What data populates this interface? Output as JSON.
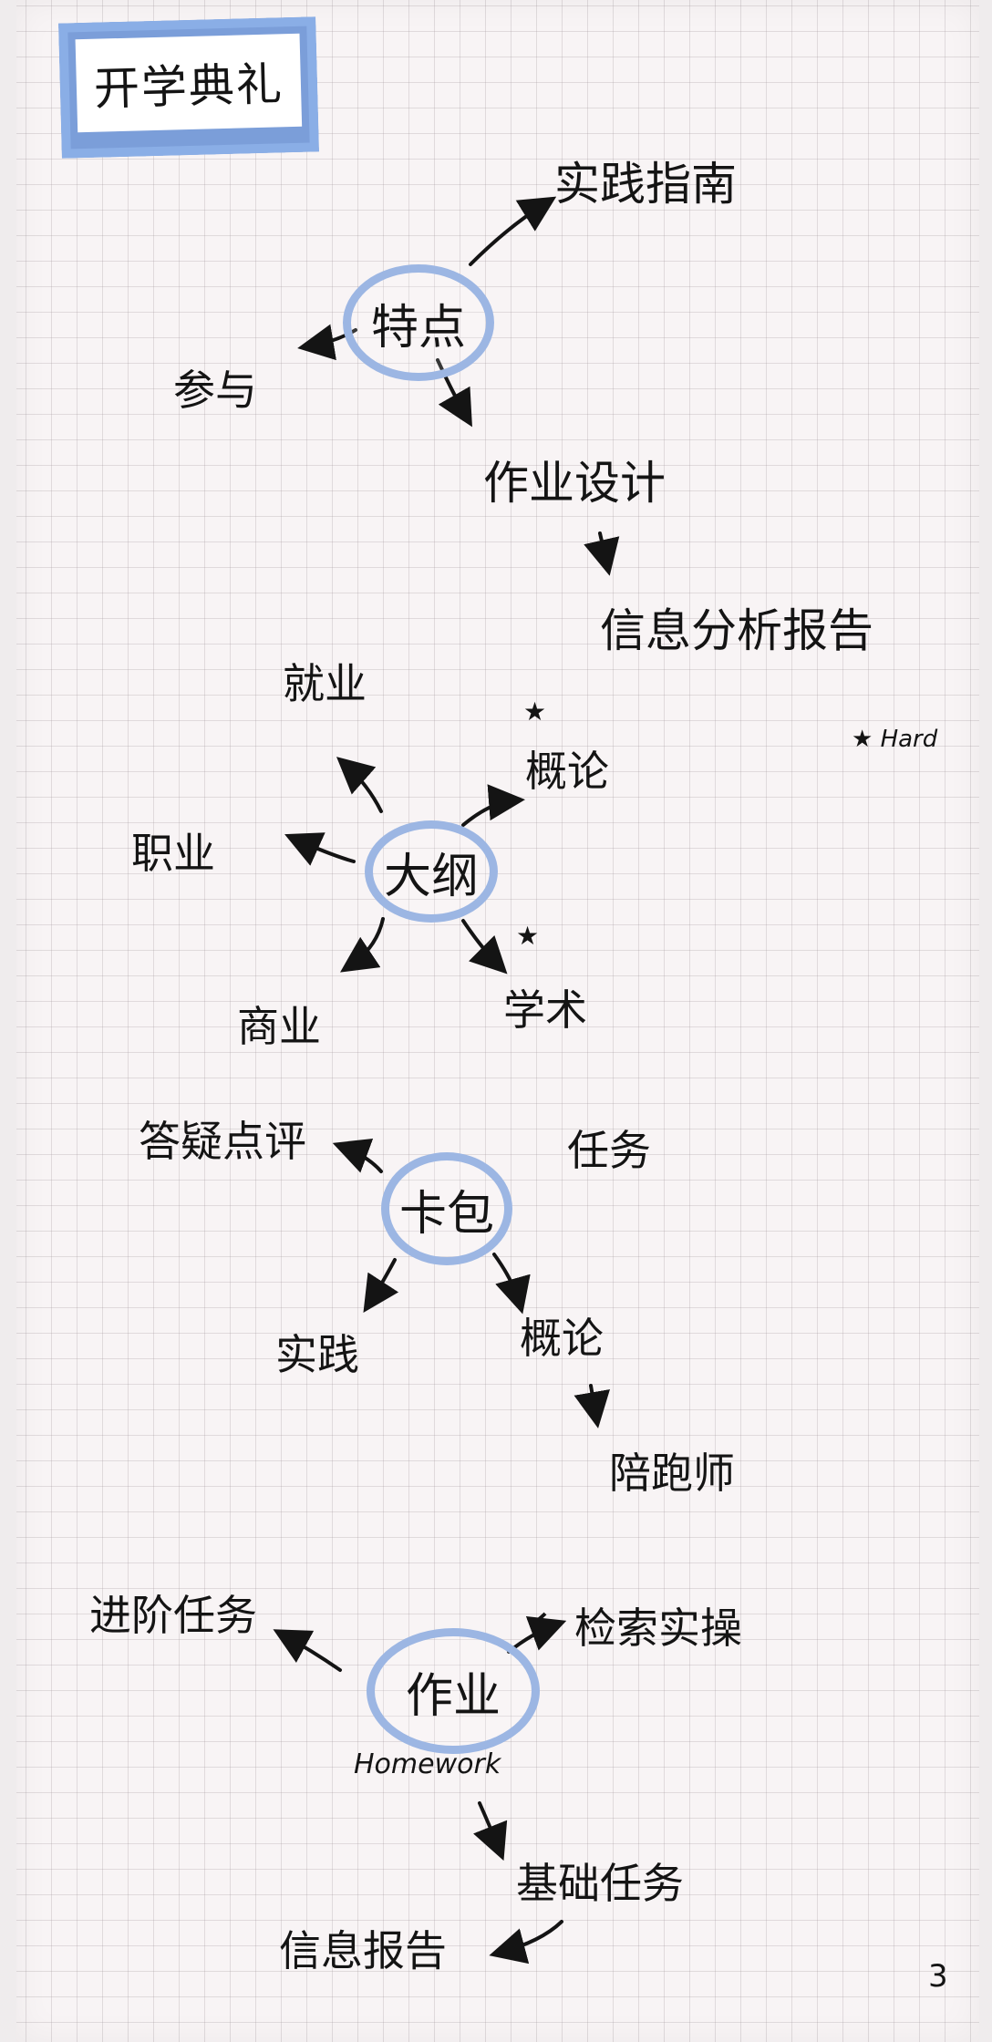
{
  "title": "开学典礼",
  "annotation": "★ Hard",
  "page_number": "3",
  "clusters": [
    {
      "center": "特点",
      "branches": [
        "实践指南",
        "参与",
        "作业设计"
      ],
      "subbranch": "信息分析报告"
    },
    {
      "center": "大纲",
      "branches": [
        "就业",
        "职业",
        "概论",
        "商业",
        "学术"
      ],
      "starred": [
        "概论",
        "学术"
      ]
    },
    {
      "center": "卡包",
      "branches": [
        "答疑点评",
        "任务",
        "实践",
        "概论"
      ],
      "subbranch": "陪跑师"
    },
    {
      "center": "作业",
      "center_note": "Homework",
      "branches": [
        "进阶任务",
        "检索实操",
        "基础任务"
      ],
      "subbranch": "信息报告"
    }
  ],
  "colors": {
    "ink": "#141414",
    "highlighter": "#9cb6e3",
    "title_bg": "#7b9ed9"
  }
}
